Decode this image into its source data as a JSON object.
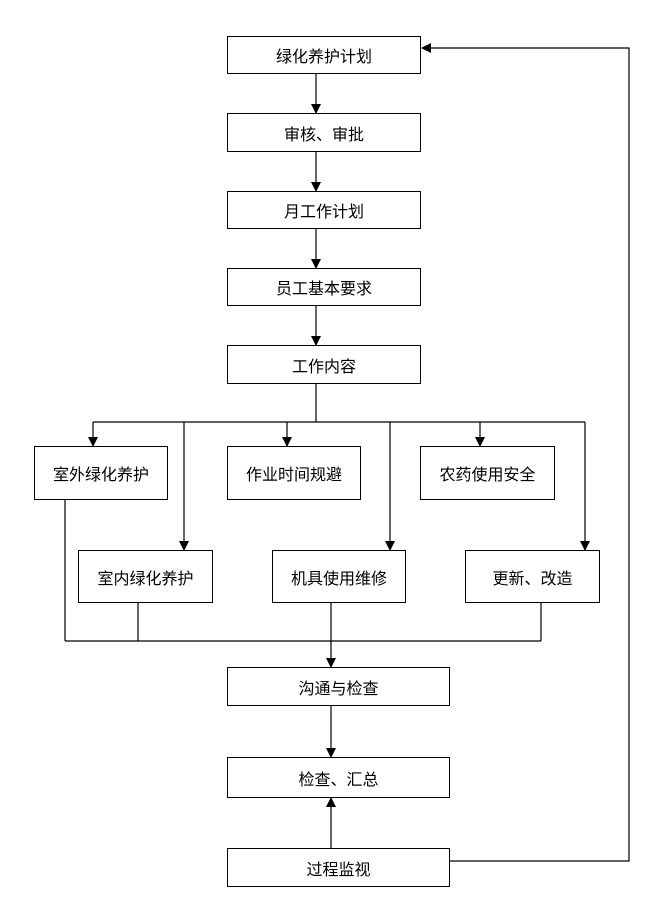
{
  "flowchart": {
    "plan": "绿化养护计划",
    "review": "审核、审批",
    "monthly_plan": "月工作计划",
    "staff_requirements": "员工基本要求",
    "work_content": "工作内容",
    "outdoor_care": "室外绿化养护",
    "work_time": "作业时间规避",
    "pesticide_safety": "农药使用安全",
    "indoor_care": "室内绿化养护",
    "machine_maintenance": "机具使用维修",
    "renewal": "更新、改造",
    "communication": "沟通与检查",
    "inspection_summary": "检查、汇总",
    "process_monitoring": "过程监视"
  }
}
